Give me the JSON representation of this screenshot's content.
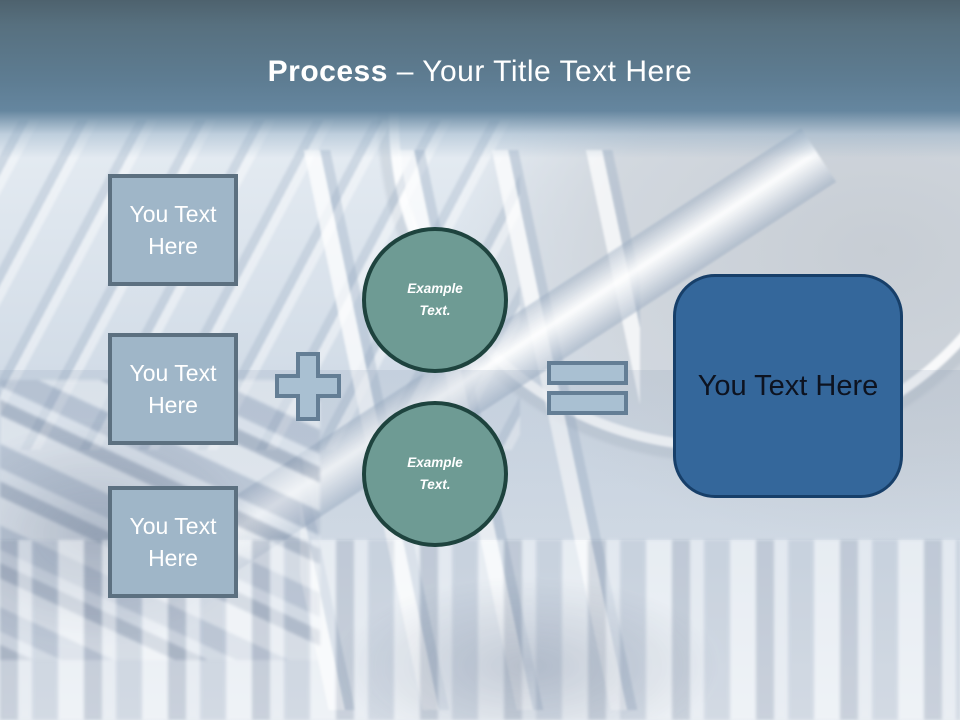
{
  "title": {
    "keyword": "Process",
    "rest": " – Your Title Text Here"
  },
  "left_boxes": [
    "You Text Here",
    "You Text Here",
    "You Text Here"
  ],
  "circles": [
    "Example Text.",
    "Example Text."
  ],
  "result_box": "You Text Here",
  "icons": {
    "plus": "plus-shape",
    "equals": "equals-shape"
  },
  "colors": {
    "header_top": "#4e626e",
    "header_mid": "#5e7d93",
    "title_text": "#ffffff",
    "box_fill": "#9fb6c8",
    "box_border": "#5c7080",
    "box_text": "#ffffff",
    "shape_fill": "#a9c0d2",
    "shape_border": "#647e95",
    "circle_fill": "#6e9b94",
    "circle_border": "#1e433e",
    "circle_text": "#ffffff",
    "result_fill": "#34679b",
    "result_border": "#173f69",
    "result_text": "#0d1320"
  }
}
